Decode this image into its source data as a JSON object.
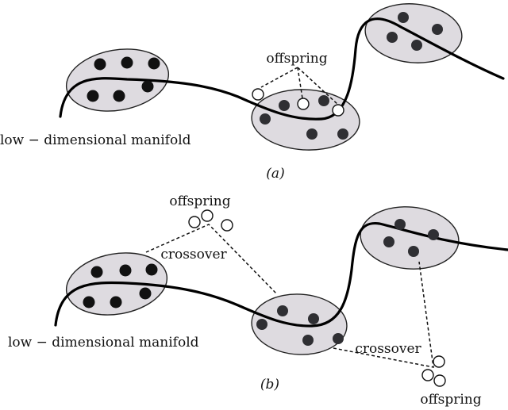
{
  "panel_a": {
    "caption": "(a)",
    "manifold_label": "low − dimensional manifold",
    "offspring_label": "offspring"
  },
  "panel_b": {
    "caption": "(b)",
    "manifold_label": "low − dimensional manifold",
    "offspring_label_top": "offspring",
    "offspring_label_bottom": "offspring",
    "crossover_label_left": "crossover",
    "crossover_label_right": "crossover"
  }
}
